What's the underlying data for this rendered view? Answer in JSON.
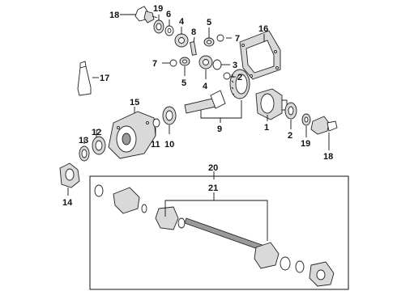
{
  "diagram": {
    "callouts": {
      "c18_top": "18",
      "c19_top": "19",
      "c6": "6",
      "c4_top": "4",
      "c8": "8",
      "c5_top": "5",
      "c7_right": "7",
      "c16": "16",
      "c17": "17",
      "c7_left": "7",
      "c5_mid": "5",
      "c4_mid": "4",
      "c3": "3",
      "c2_mid": "2",
      "c15": "15",
      "c9": "9",
      "c1": "1",
      "c2_right": "2",
      "c19_right": "19",
      "c18_right": "18",
      "c12": "12",
      "c13": "13",
      "c11": "11",
      "c10": "10",
      "c14": "14",
      "c20": "20",
      "c21": "21"
    }
  }
}
